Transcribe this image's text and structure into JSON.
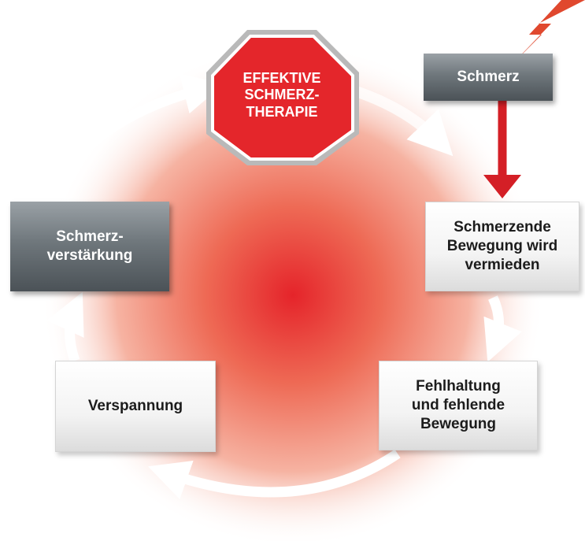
{
  "colors": {
    "center_red": "#e5242a",
    "stop_red": "#e4262b",
    "arrow_red": "#d41f26",
    "dark_box": "#62696e",
    "cycle_arrow": "#ffffff"
  },
  "stop_sign": {
    "text": "EFFEKTIVE\nSCHMERZ-\nTHERAPIE"
  },
  "nodes": {
    "schmerz": "Schmerz",
    "vermieden": "Schmerzende\nBewegung wird\nvermieden",
    "fehlhaltung": "Fehlhaltung\nund fehlende\nBewegung",
    "verspannung": "Verspannung",
    "verstaerkung": "Schmerz-\nverstärkung"
  },
  "icons": {
    "lightning": "lightning-bolt-icon"
  }
}
